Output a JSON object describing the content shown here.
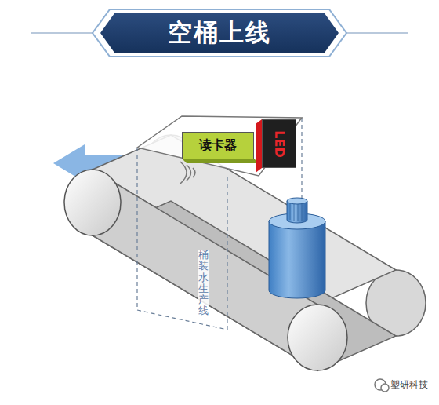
{
  "diagram": {
    "title": "空桶上线",
    "nodes": [
      {
        "text": [
          "读卡器"
        ]
      },
      {
        "text": [
          "LED"
        ]
      }
    ],
    "labels": [
      "桶装水生产线",
      "塑研科技"
    ]
  }
}
